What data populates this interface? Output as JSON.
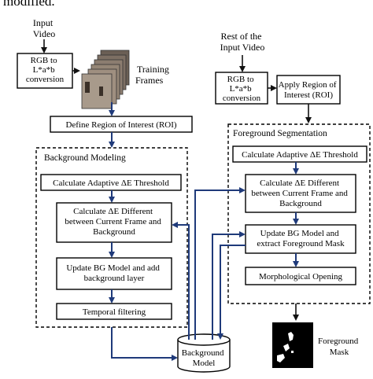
{
  "header_fragment": "modified.",
  "input_video": [
    "Input",
    "Video"
  ],
  "rest_input_video": [
    "Rest of the",
    "Input Video"
  ],
  "rgb_left": [
    "RGB to",
    "L*a*b",
    "conversion"
  ],
  "training_frames": [
    "Training",
    "Frames"
  ],
  "define_roi": "Define Region of Interest (ROI)",
  "bg_modeling_title": "Background Modeling",
  "bg_threshold": "Calculate Adaptive ΔE Threshold",
  "bg_delta": [
    "Calculate ΔE Different",
    "between Current Frame and",
    "Background"
  ],
  "bg_update": [
    "Update BG Model and add",
    "background layer"
  ],
  "temporal": "Temporal filtering",
  "bg_model": [
    "Background",
    "Model"
  ],
  "rgb_right": [
    "RGB to",
    "L*a*b",
    "conversion"
  ],
  "apply_roi": [
    "Apply Region of",
    "Interest (ROI)"
  ],
  "fg_seg_title": "Foreground Segmentation",
  "fg_threshold": "Calculate Adaptive ΔE Threshold",
  "fg_delta": [
    "Calculate ΔE Different",
    "between Current Frame and",
    "Background"
  ],
  "fg_update": [
    "Update BG Model and",
    "extract Foreground Mask"
  ],
  "morph": "Morphological Opening",
  "fg_mask": [
    "Foreground",
    "Mask"
  ],
  "colors": {
    "arrow_blue": "#1f3a7a",
    "stroke": "#000000"
  }
}
